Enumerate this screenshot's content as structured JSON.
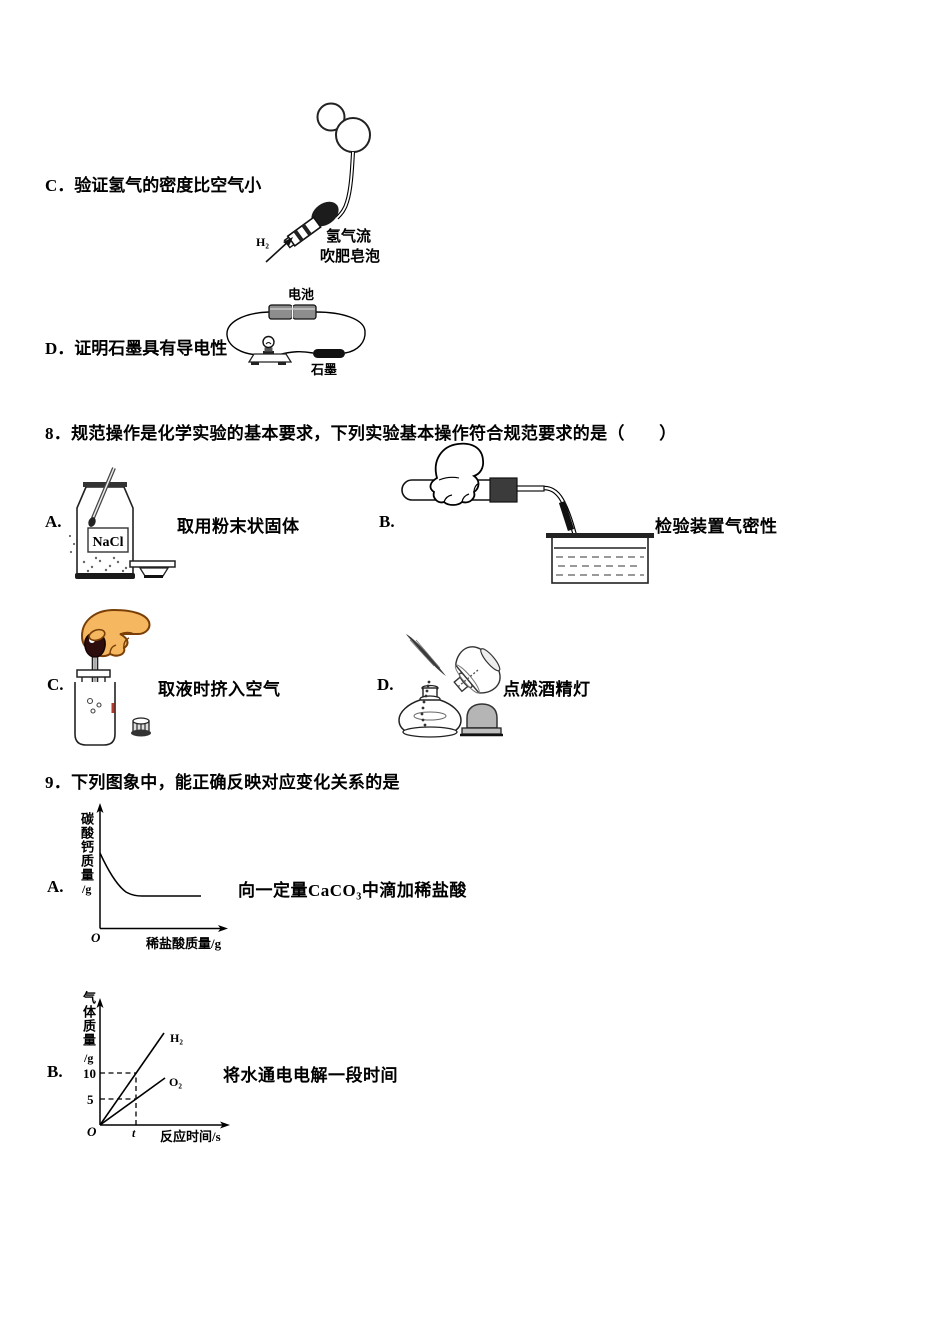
{
  "page": {
    "bg": "#ffffff",
    "ink": "#000000"
  },
  "q7": {
    "c": {
      "label": "C．验证氢气的密度比空气小",
      "h2": "H₂",
      "flow1": "氢气流",
      "flow2": "吹肥皂泡"
    },
    "d": {
      "label": "D．证明石墨具有导电性",
      "battery": "电池",
      "graphite": "石墨"
    }
  },
  "q8": {
    "stem": "8．规范操作是化学实验的基本要求，下列实验基本操作符合规范要求的是（　　）",
    "a": {
      "label": "A.",
      "caption": "取用粉末状固体",
      "bottle": "NaCl"
    },
    "b": {
      "label": "B.",
      "caption": "检验装置气密性"
    },
    "c": {
      "label": "C.",
      "caption": "取液时挤入空气"
    },
    "d": {
      "label": "D.",
      "caption": "点燃酒精灯"
    }
  },
  "q9": {
    "stem": "9．下列图象中，能正确反映对应变化关系的是",
    "a": {
      "label": "A.",
      "caption": "向一定量CaCO₃中滴加稀盐酸",
      "graph": {
        "ylabel": "碳酸钙质量",
        "yunit": "/g",
        "xlabel": "稀盐酸质量/g",
        "origin": "O"
      }
    },
    "b": {
      "label": "B.",
      "caption": "将水通电电解一段时间",
      "graph": {
        "ylabel": "气体质量",
        "yunit": "/g",
        "xlabel": "反应时间/s",
        "origin": "O",
        "tick10": "10",
        "tick5": "5",
        "tickt": "t",
        "h2": "H₂",
        "o2": "O₂"
      }
    }
  },
  "chart_data": [
    {
      "type": "line",
      "option": "9A",
      "title": "向一定量CaCO₃中滴加稀盐酸",
      "xlabel": "稀盐酸质量/g",
      "ylabel": "碳酸钙质量/g",
      "origin_label": "O",
      "axis_arrows": true,
      "gridlines": false,
      "series": [
        {
          "name": "碳酸钙质量",
          "points_relative_pct": [
            [
              0,
              62
            ],
            [
              10,
              45
            ],
            [
              20,
              30
            ],
            [
              30,
              26
            ],
            [
              35,
              26
            ],
            [
              82,
              26
            ]
          ],
          "shape": "starts at a positive mass on the y-axis, falls as acid is added, then levels off flat above zero"
        }
      ],
      "note": "axes carry no numeric ticks; values are relative percentages of axis length"
    },
    {
      "type": "line",
      "option": "9B",
      "title": "将水通电电解一段时间",
      "xlabel": "反应时间/s",
      "ylabel": "气体质量/g",
      "origin_label": "O",
      "axis_arrows": true,
      "gridlines": false,
      "yticks": [
        5,
        10
      ],
      "xticks": [
        "t"
      ],
      "series": [
        {
          "name": "H₂",
          "points": [
            [
              "0",
              0
            ],
            [
              "t",
              10
            ]
          ],
          "shape": "straight line from origin, steeper, continues past t"
        },
        {
          "name": "O₂",
          "points": [
            [
              "0",
              0
            ],
            [
              "t",
              5
            ]
          ],
          "shape": "straight line from origin, shallower, continues past t"
        }
      ],
      "annotations": [
        "dashed horizontal at y=10 from axis to H₂ line at x=t",
        "dashed horizontal at y=5 from axis to O₂ line at x=t",
        "dashed vertical at x=t from x-axis up to H₂ line"
      ]
    }
  ]
}
